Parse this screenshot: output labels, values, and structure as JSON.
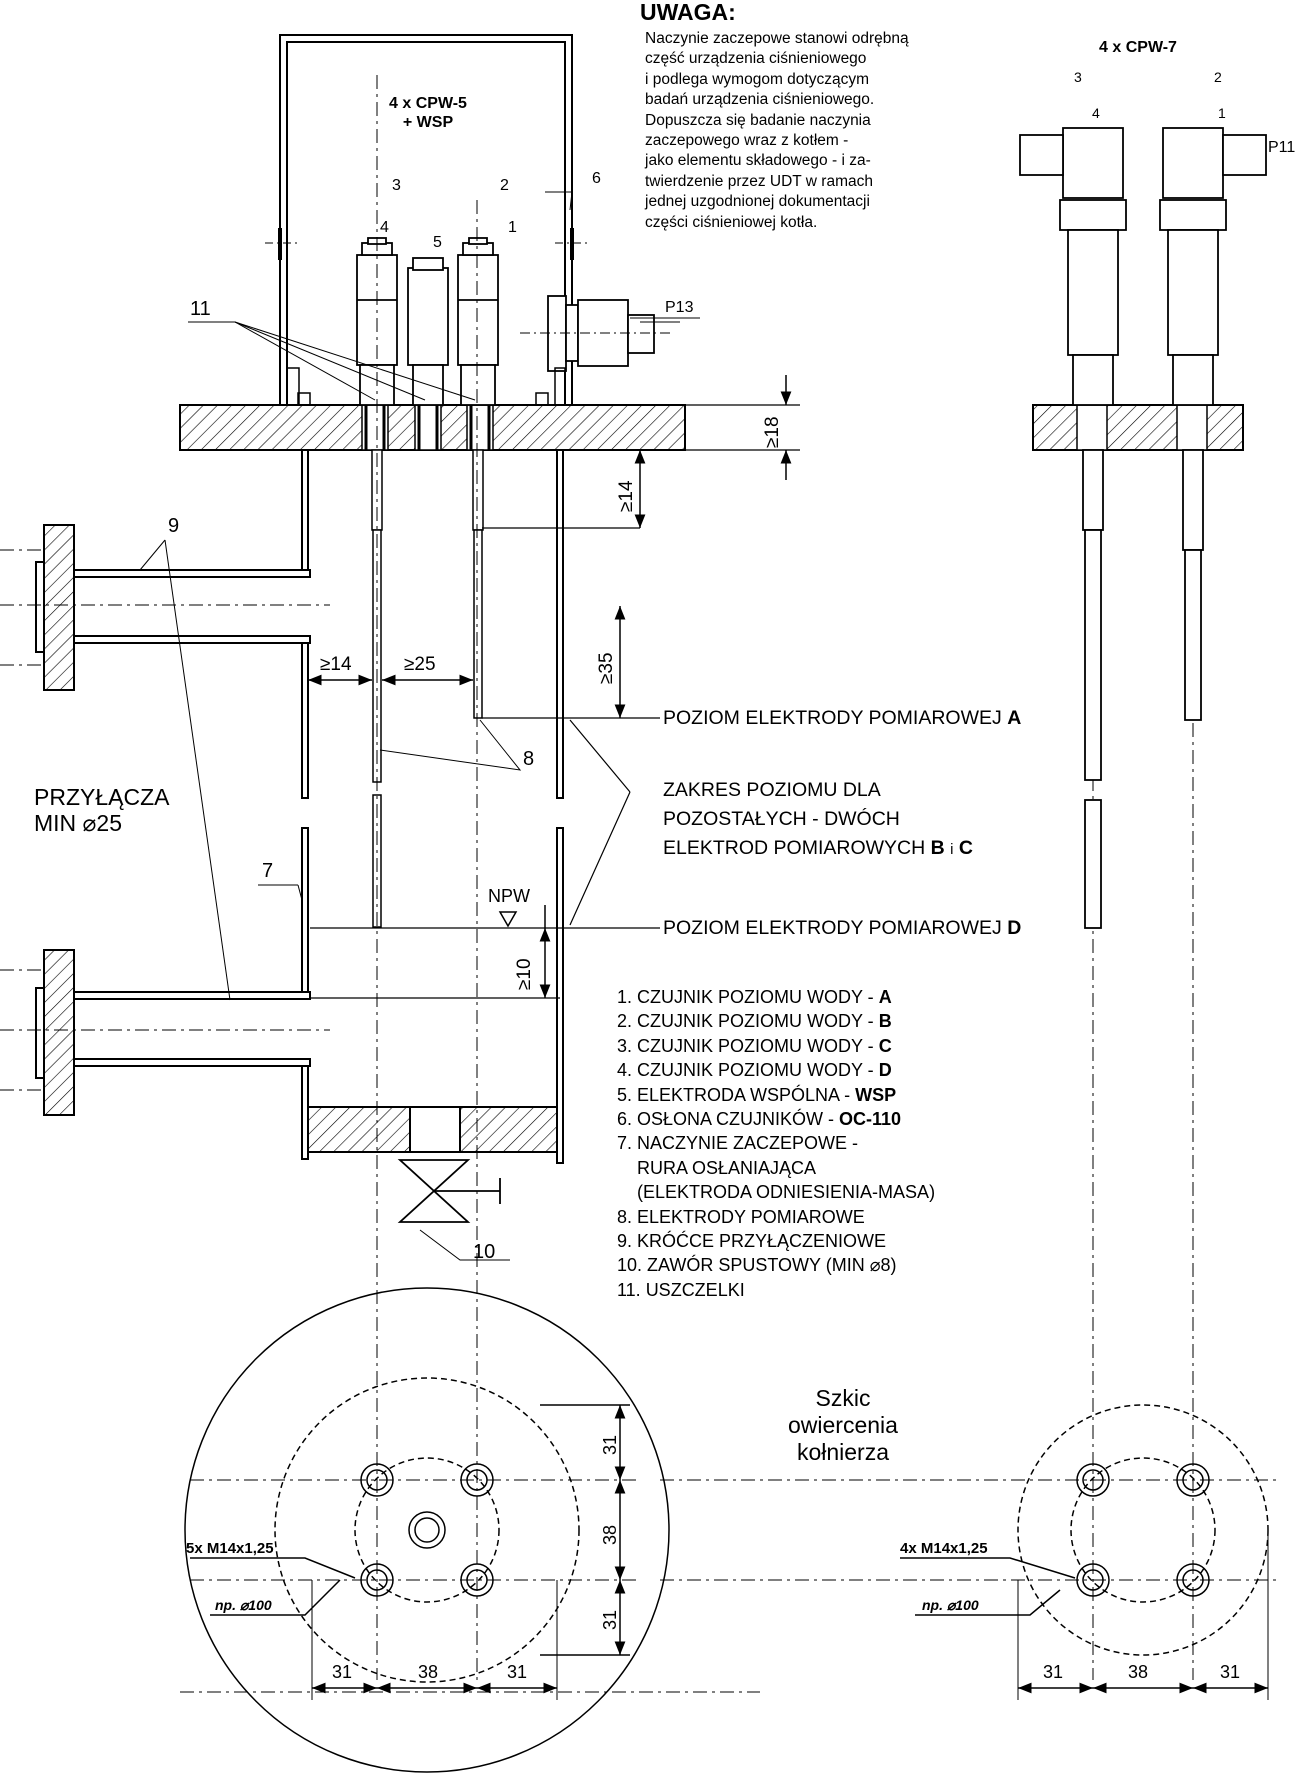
{
  "note": {
    "title": "UWAGA:",
    "lines": [
      "Naczynie zaczepowe stanowi odrębną",
      "część urządzenia ciśnieniowego",
      "i podlega wymogom dotyczącym",
      "badań urządzenia ciśnieniowego.",
      "Dopuszcza się badanie naczynia",
      "zaczepowego wraz z kotłem -",
      "jako elementu składowego - i za-",
      "twierdzenie przez UDT w ramach",
      "jednej uzgodnionej dokumentacji",
      "części ciśnieniowej kotła."
    ]
  },
  "labels": {
    "left_set_line1": "4 x CPW-5",
    "left_set_line2": "+ WSP",
    "right_set": "4 x CPW-7",
    "p13": "P13",
    "p11": "P11",
    "npw": "NPW",
    "connections_line1": "PRZYŁĄCZA",
    "connections_line2": "MIN ⌀25",
    "sketch_line1": "Szkic",
    "sketch_line2": "owiercenia",
    "sketch_line3": "kołnierza",
    "thread_left": "5x M14x1,25",
    "thread_right": "4x M14x1,25",
    "pcd_left": "np. ⌀100",
    "pcd_right": "np. ⌀100"
  },
  "levels": {
    "a_text": "POZIOM ELEKTRODY POMIAROWEJ",
    "a_letter": "A",
    "range_line1": "ZAKRES POZIOMU DLA",
    "range_line2": "POZOSTAŁYCH - DWÓCH",
    "range_line3_text": "ELEKTROD POMIAROWYCH",
    "range_line3_bold": "B",
    "range_line3_mid": "i",
    "range_line3_bold2": "C",
    "d_text": "POZIOM ELEKTRODY POMIAROWEJ",
    "d_letter": "D"
  },
  "dimensions": {
    "ge18": "≥18",
    "ge14_vertical": "≥14",
    "ge35": "≥35",
    "ge14": "≥14",
    "ge25": "≥25",
    "ge10": "≥10",
    "d31_a": "31",
    "d38_a": "38",
    "d31_b": "31",
    "h31_l1": "31",
    "h38_l": "38",
    "h31_l2": "31",
    "h31_r1": "31",
    "h38_r": "38",
    "h31_r2": "31"
  },
  "callouts": {
    "n1": "1",
    "n2": "2",
    "n3": "3",
    "n4": "4",
    "n5": "5",
    "n6": "6",
    "n7": "7",
    "n8": "8",
    "n9": "9",
    "n10": "10",
    "n11": "11",
    "r1": "1",
    "r2": "2",
    "r3": "3",
    "r4": "4"
  },
  "legend": [
    {
      "text": "1. CZUJNIK POZIOMU WODY - ",
      "bold": "A"
    },
    {
      "text": "2. CZUJNIK POZIOMU WODY - ",
      "bold": "B"
    },
    {
      "text": "3. CZUJNIK POZIOMU WODY - ",
      "bold": "C"
    },
    {
      "text": "4. CZUJNIK POZIOMU WODY - ",
      "bold": "D"
    },
    {
      "text": "5. ELEKTRODA WSPÓLNA - ",
      "bold": "WSP"
    },
    {
      "text": "6. OSŁONA CZUJNIKÓW - ",
      "bold": "OC-110"
    },
    {
      "text": "7. NACZYNIE ZACZEPOWE -",
      "bold": ""
    },
    {
      "text": "    RURA OSŁANIAJĄCA",
      "bold": ""
    },
    {
      "text": "    (ELEKTRODA ODNIESIENIA-MASA)",
      "bold": ""
    },
    {
      "text": "8. ELEKTRODY POMIAROWE",
      "bold": ""
    },
    {
      "text": "9. KRÓĆCE PRZYŁĄCZENIOWE",
      "bold": ""
    },
    {
      "text": "10. ZAWÓR SPUSTOWY (MIN ⌀8)",
      "bold": ""
    },
    {
      "text": "11. USZCZELKI",
      "bold": ""
    }
  ]
}
